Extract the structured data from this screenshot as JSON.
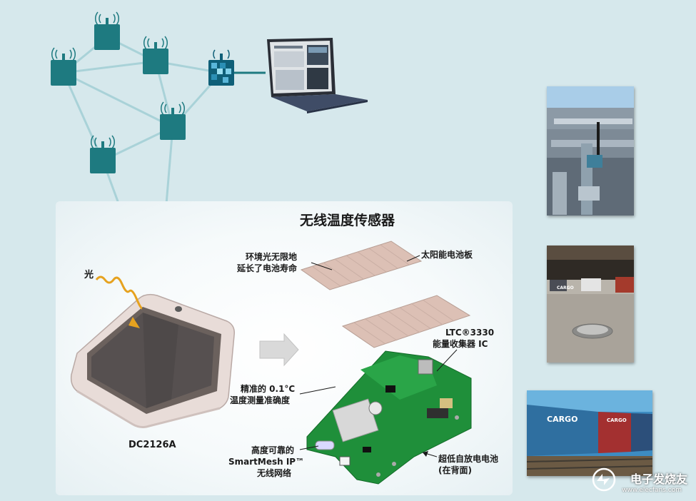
{
  "diagram": {
    "title": "无线温度传感器",
    "light_label": "光",
    "device_label": "DC2126A",
    "ambient_light": [
      "环境光无限地",
      "延长了电池寿命"
    ],
    "solar_panel": "太阳能电池板",
    "energy_harvester": [
      "LTC®3330",
      "能量收集器 IC"
    ],
    "precision_temp": [
      "精准的 0.1°C",
      "温度测量准确度"
    ],
    "smartmesh": [
      "高度可靠的",
      "SmartMesh IP™",
      "无线网络"
    ],
    "battery": [
      "超低自放电电池",
      "(在背面)"
    ]
  },
  "watermark": {
    "name": "电子发烧友",
    "url": "www.elecfans.com"
  },
  "photos": {
    "rail_container_text_1": "CARGO",
    "rail_container_text_2": "CARGO",
    "parking_sign_text": "CARGO"
  },
  "colors": {
    "background": "#d6e8ec",
    "node": "#1e7a80",
    "link": "#a9d2d8",
    "gateway": "#0f5f78"
  }
}
